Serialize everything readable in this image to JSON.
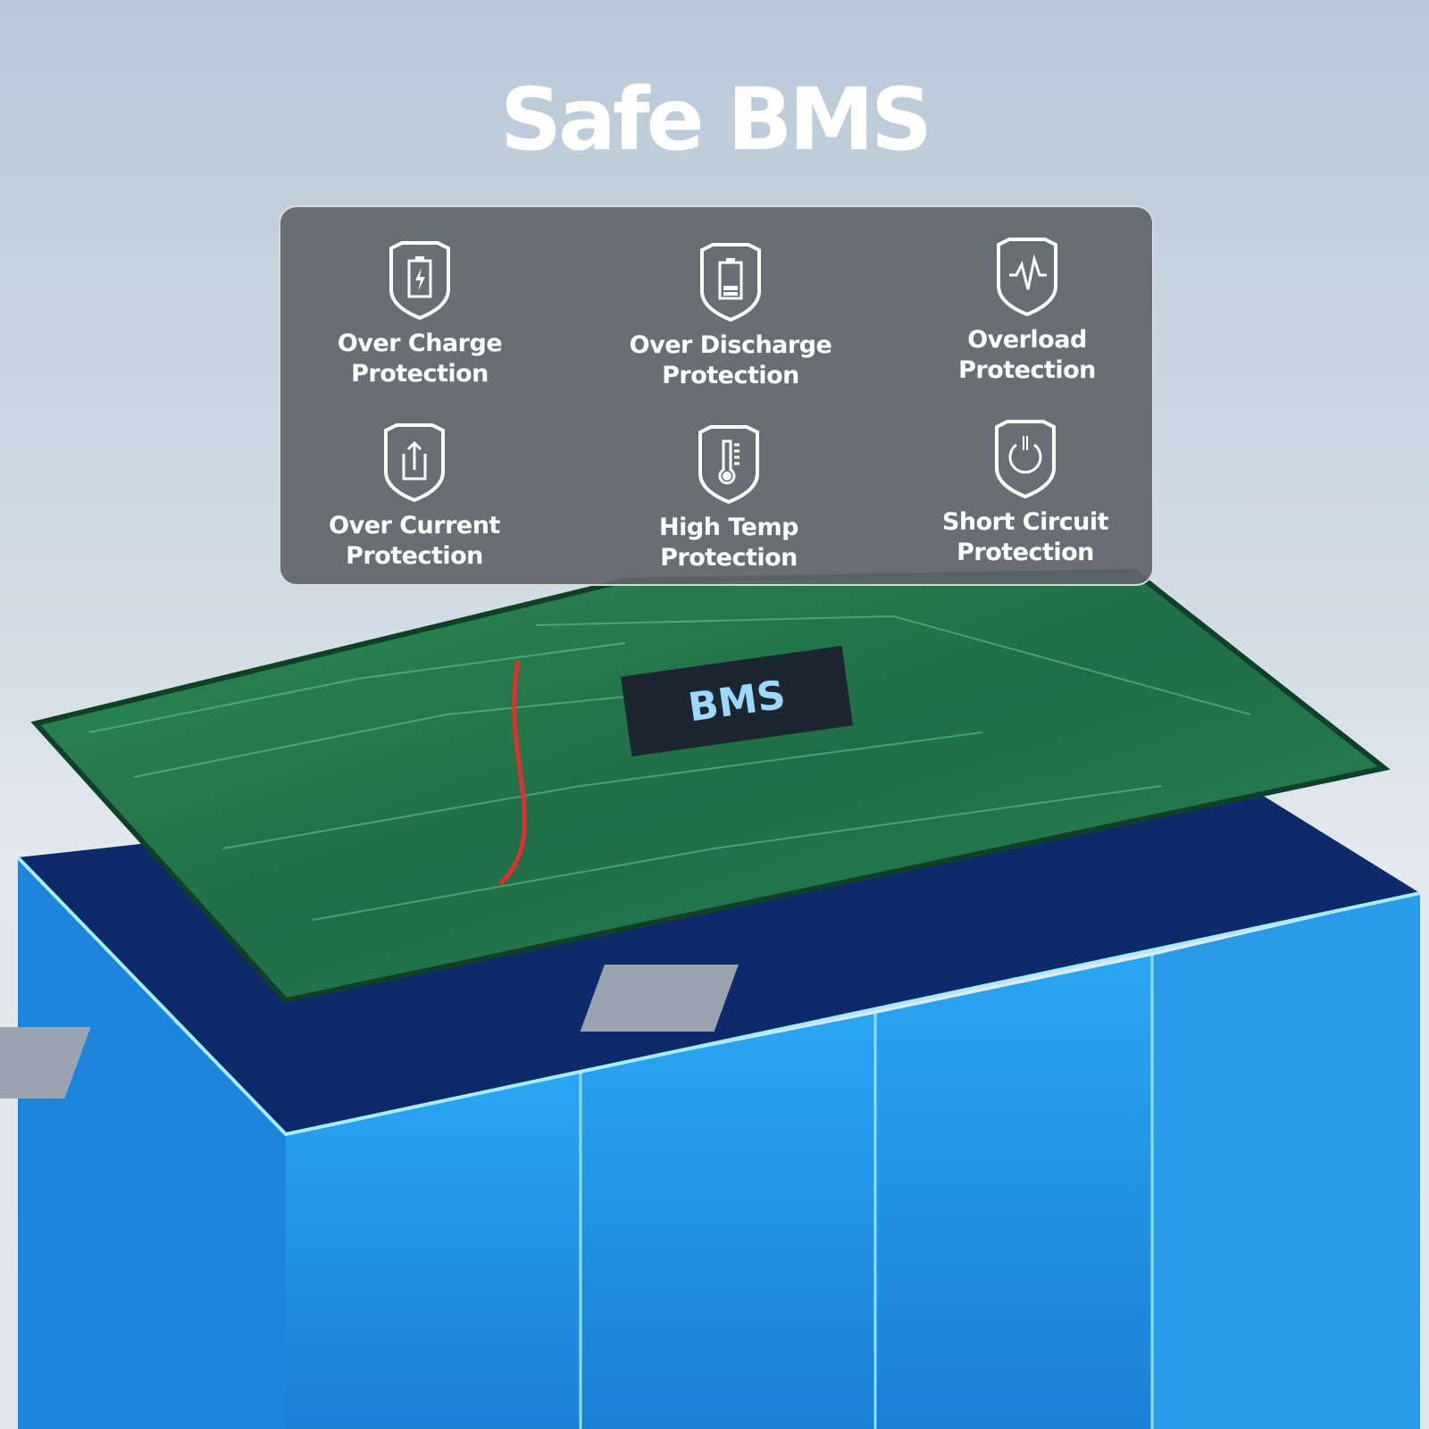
{
  "title": "Safe BMS",
  "chip_label": "BMS",
  "features": [
    {
      "icon": "battery-charging-shield-icon",
      "line1": "Over Charge",
      "line2": "Protection"
    },
    {
      "icon": "battery-low-shield-icon",
      "line1": "Over Discharge",
      "line2": "Protection"
    },
    {
      "icon": "pulse-shield-icon",
      "line1": "Overload",
      "line2": "Protection"
    },
    {
      "icon": "upload-arrow-shield-icon",
      "line1": "Over Current",
      "line2": "Protection"
    },
    {
      "icon": "thermometer-shield-icon",
      "line1": "High Temp",
      "line2": "Protection"
    },
    {
      "icon": "power-shield-icon",
      "line1": "Short Circuit",
      "line2": "Protection"
    }
  ],
  "colors": {
    "battery": "#1f8fe0",
    "pcb": "#1f7a4a",
    "panel": "#60656a"
  }
}
